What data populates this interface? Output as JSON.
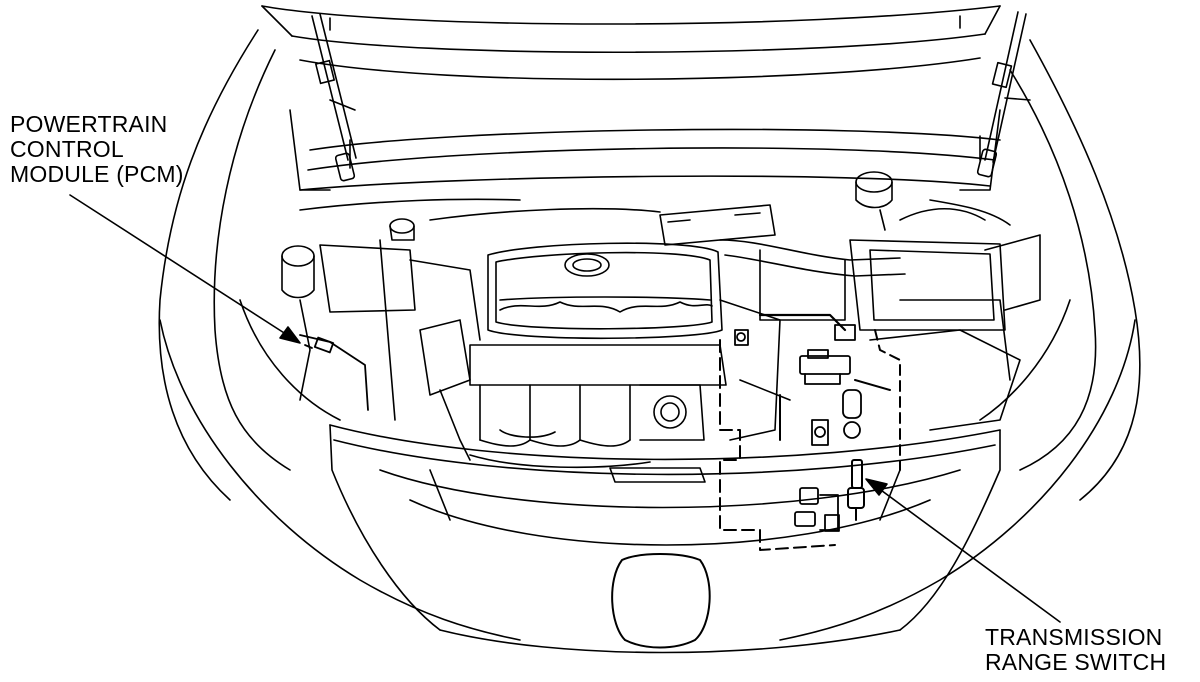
{
  "labels": {
    "pcm": {
      "lines": [
        "POWERTRAIN",
        "CONTROL",
        "MODULE (PCM)"
      ]
    },
    "trs": {
      "lines": [
        "TRANSMISSION",
        "RANGE SWITCH"
      ]
    }
  },
  "colors": {
    "line": "#000000",
    "background": "#ffffff"
  }
}
